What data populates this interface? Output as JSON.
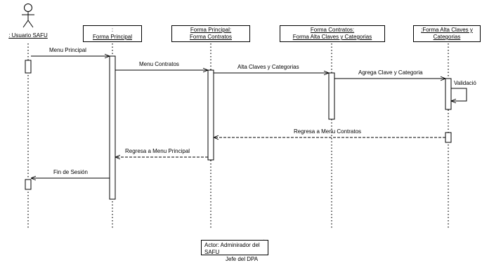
{
  "actor": {
    "name": ": Usuario SAFU"
  },
  "objects": [
    {
      "id": "o1",
      "line1": ":",
      "line2": "Forma Principal"
    },
    {
      "id": "o2",
      "line1": "Forma Principal:",
      "line2": "Forma Contratos"
    },
    {
      "id": "o3",
      "line1": "Forma Contratos:",
      "line2": "Forma Alta Claves y Categorias"
    },
    {
      "id": "o4",
      "line1": ":Forma Alta Claves y",
      "line2": "Categorias"
    }
  ],
  "messages": [
    {
      "label": "Menu Principal"
    },
    {
      "label": "Menu Contratos"
    },
    {
      "label": "Alta Claves y Categorias"
    },
    {
      "label": "Agrega Clave y Categoria"
    },
    {
      "label": "Validació"
    },
    {
      "label": "Regresa a Menu Contratos"
    },
    {
      "label": "Regresa a Menu Principal"
    },
    {
      "label": "Fin de Sesión"
    }
  ],
  "note": {
    "line1": "Actor:  Adminirador del SAFU",
    "line2": "Jefe del DPA"
  }
}
